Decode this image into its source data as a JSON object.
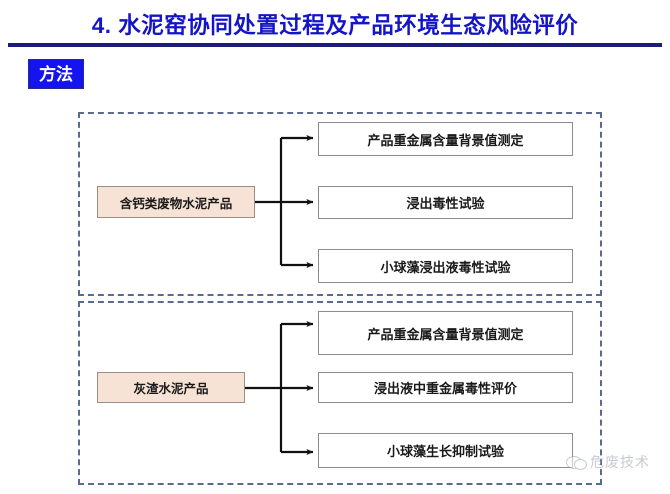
{
  "header": {
    "title": "4. 水泥窑协同处置过程及产品环境生态风险评价",
    "title_color": "#1414c8",
    "rule_color": "#1d1d78"
  },
  "badge": {
    "label": "方法",
    "bg_color": "#1414f0",
    "text_color": "#ffffff"
  },
  "diagram": {
    "source_fill": "#f6e3d5",
    "frame_color": "#5a6a91",
    "groups": [
      {
        "source": "含钙类废物水泥产品",
        "tasks": [
          "产品重金属含量背景值测定",
          "浸出毒性试验",
          "小球藻浸出液毒性试验"
        ]
      },
      {
        "source": "灰渣水泥产品",
        "tasks": [
          "产品重金属含量背景值测定",
          "浸出液中重金属毒性评价",
          "小球藻生长抑制试验"
        ]
      }
    ]
  },
  "watermark": {
    "text": "危废技术",
    "icon": "wechat-bubble-icon",
    "color": "#9aa0ae"
  }
}
